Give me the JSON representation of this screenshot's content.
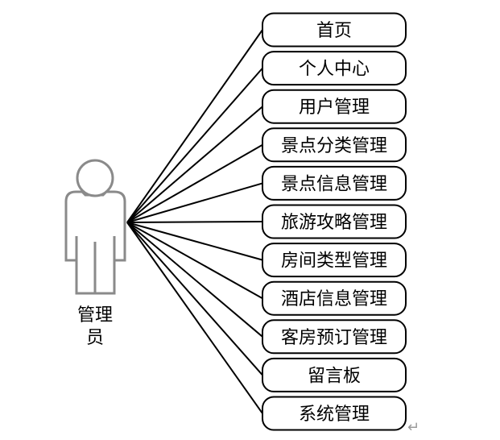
{
  "actor": {
    "label_line1": "管理",
    "label_line2": "员",
    "icon": "person-icon"
  },
  "functions": [
    {
      "label": "首页"
    },
    {
      "label": "个人中心"
    },
    {
      "label": "用户管理"
    },
    {
      "label": "景点分类管理"
    },
    {
      "label": "景点信息管理"
    },
    {
      "label": "旅游攻略管理"
    },
    {
      "label": "房间类型管理"
    },
    {
      "label": "酒店信息管理"
    },
    {
      "label": "客房预订管理"
    },
    {
      "label": "留言板"
    },
    {
      "label": "系统管理"
    }
  ],
  "paragraph_mark": "↵",
  "colors": {
    "line": "#000000",
    "actor_outline": "#8a8a8a"
  }
}
